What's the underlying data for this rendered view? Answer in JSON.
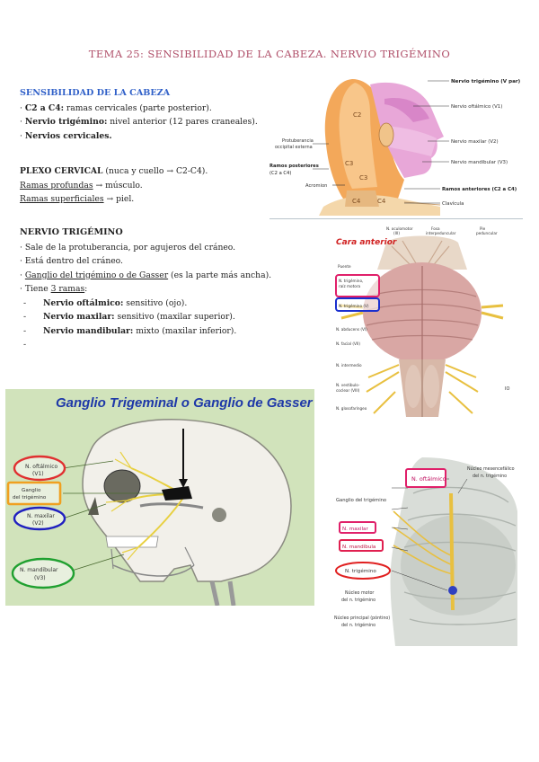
{
  "title": "TEMA 25: SENSIBILIDAD DE LA CABEZA. NERVIO TRIGÉMINO",
  "sensibilidad": {
    "heading": "SENSIBILIDAD DE LA CABEZA",
    "items": [
      {
        "bold": "C2 a C4:",
        "rest": " ramas cervicales (parte posterior)."
      },
      {
        "bold": "Nervio trigémino:",
        "rest": " nivel anterior (12 pares craneales)."
      },
      {
        "bold": "Nervios cervicales.",
        "rest": ""
      }
    ]
  },
  "plexo": {
    "heading": "PLEXO CERVICAL",
    "heading_rest": " (nuca y cuello → C2-C4).",
    "profundas_u": "Ramas profundas",
    "profundas_rest": " → músculo.",
    "superficiales_u": "Ramas superficiales",
    "superficiales_rest": " → piel."
  },
  "trigemino": {
    "heading": "NERVIO TRIGÉMINO",
    "line1": "· Sale de la protuberancia, por agujeros del cráneo.",
    "line2": "· Está dentro del cráneo.",
    "line3_u": "Ganglio del trigémino o de Gasser",
    "line3_rest": " (es la parte más ancha).",
    "line4_pre": "· Tiene ",
    "line4_u": "3 ramas",
    "line4_post": ":",
    "ramas": [
      {
        "bold": "Nervio oftálmico:",
        "rest": " sensitivo (ojo)."
      },
      {
        "bold": "Nervio maxilar:",
        "rest": " sensitivo (maxilar superior)."
      },
      {
        "bold": "Nervio mandibular:",
        "rest": " mixto (maxilar inferior)."
      }
    ],
    "empty_dash": "-"
  },
  "fig_head": {
    "labels": {
      "v_par": "Nervio trigémino (V par)",
      "oftalmico": "Nervio oftálmico (V1)",
      "maxilar": "Nervio maxilar (V2)",
      "mandibular": "Nervio mandibular (V3)",
      "protuberancia": "Protuberancia occipital externa",
      "posteriores": "Ramos posteriores (C2 a C4)",
      "acromion": "Acromion",
      "anteriores": "Ramos anteriores (C2 a C4)",
      "clavicula": "Clavícula",
      "c2": "C2",
      "c3": "C3",
      "c4": "C4",
      "c3b": "C3",
      "c4b": "C4"
    }
  },
  "fig_brainstem": {
    "title": "Cara anterior",
    "labels": {
      "oculomotor": "N. oculomotor (III)",
      "fosa": "Fosa interpeduncular",
      "pie": "Pie peduncular",
      "puente": "Puente",
      "raiz": "N. trigémino, raíz motora",
      "sensitiva": "N. trigémino (V)",
      "abducens": "N. abducens (VI)",
      "facial": "N. facial (VII)",
      "intermedio": "N. intermedio",
      "vestibulo": "N. vestibulococlear (VIII)",
      "gloso": "N. glosofaríngeo"
    }
  },
  "fig_skull": {
    "title": "Ganglio Trigeminal o Ganglio de Gasser",
    "labels": {
      "oftalmico": "N. oftálmico (V1)",
      "ganglio": "Ganglio del trigémino",
      "maxilar": "N. maxilar (V2)",
      "mandibular": "N. mandibular (V3)"
    }
  },
  "fig_nuclei": {
    "labels": {
      "oftalmico": "N. oftálmico",
      "ganglio": "Ganglio del trigémino",
      "maxilar": "N. maxilar",
      "mandibula": "N. mandíbula",
      "trigemino": "N. trigémino",
      "mesencef": "Núcleo mesencefálico del n. trigémino",
      "motor": "Núcleo motor del n. trigémino",
      "principal": "Núcleo principal (póntino) del n. trigémino"
    }
  }
}
